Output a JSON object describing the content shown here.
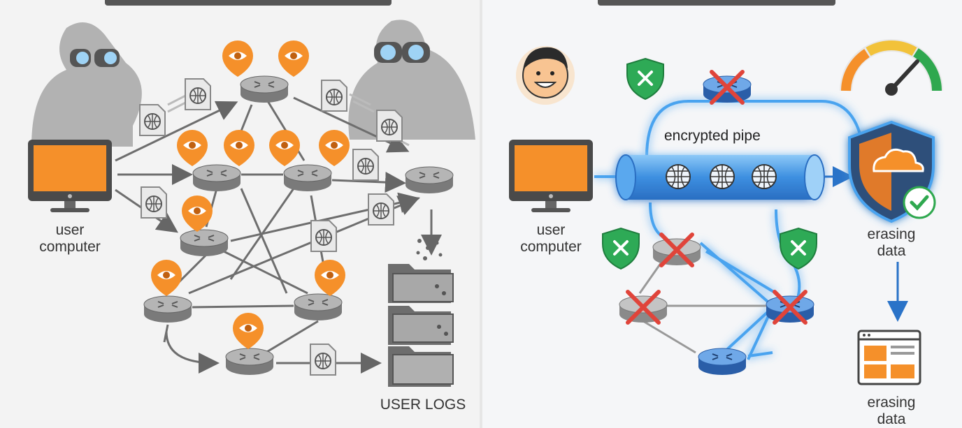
{
  "left": {
    "user_label": "user\ncomputer",
    "logs_label": "USER LOGS"
  },
  "right": {
    "user_label": "user\ncomputer",
    "pipe_label": "encrypted pipe",
    "erasing_label_1": "erasing\ndata",
    "erasing_label_2": "erasing\ndata"
  },
  "colors": {
    "orange": "#f5902a",
    "router_gray": "#8c8c8c",
    "router_blue": "#3b7fd6",
    "pipe_blue": "#4aa3ef",
    "shield_green": "#2eaa56",
    "cross_red": "#e0443a",
    "check_green": "#2fa84f"
  },
  "icons": [
    "eye-icon",
    "globe-icon",
    "document-icon",
    "router-icon",
    "binoculars-icon",
    "folder-icon",
    "shield-icon",
    "cross-icon",
    "speedometer-icon",
    "cloud-icon",
    "checkmark-icon",
    "browser-window-icon",
    "smiley-face-icon",
    "monitor-icon"
  ]
}
